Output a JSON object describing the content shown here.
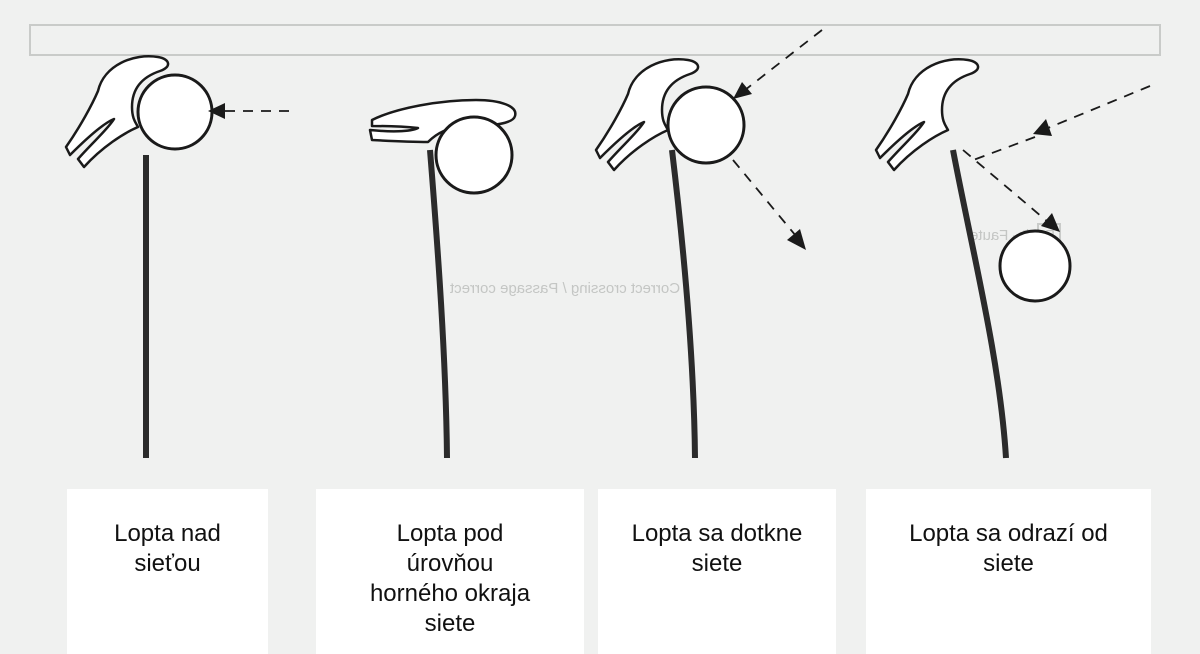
{
  "panels": [
    {
      "caption_lines": [
        "Lopta nad",
        "sieťou"
      ]
    },
    {
      "caption_lines": [
        "Lopta pod",
        "úrovňou",
        "horného okraja",
        "siete"
      ]
    },
    {
      "caption_lines": [
        "Lopta sa dotkne",
        "siete"
      ]
    },
    {
      "caption_lines": [
        "Lopta sa odrazí od",
        "siete"
      ]
    }
  ],
  "background_text": [
    "Fault - Faute",
    "Correct crossing / Passage correct"
  ],
  "colors": {
    "background": "#f0f1f0",
    "ink": "#1a1a1a",
    "caption_bg": "#ffffff"
  }
}
